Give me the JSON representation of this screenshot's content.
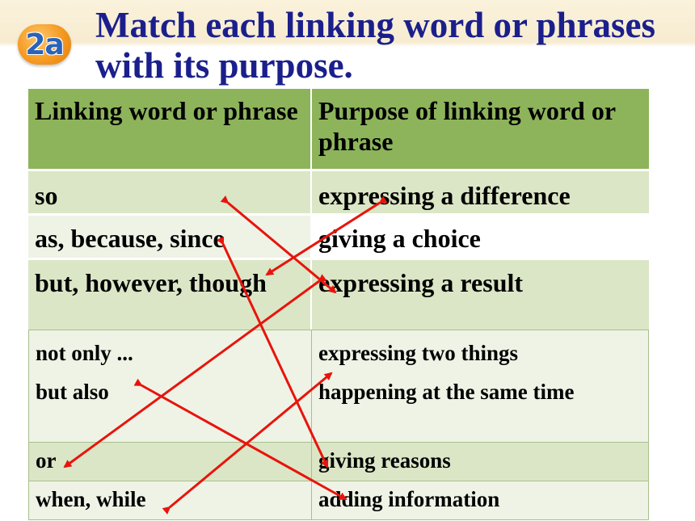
{
  "badge": "2a",
  "title": "Match each linking word or phrases with its purpose.",
  "table": {
    "headers": [
      "Linking word or phrase",
      "Purpose of linking word or phrase"
    ],
    "rows": [
      [
        "so",
        "expressing a difference"
      ],
      [
        "as, because, since",
        "giving a choice"
      ],
      [
        "but, however, though",
        "expressing a result"
      ]
    ]
  },
  "table2": {
    "row1_left": [
      "not only ...",
      "but also"
    ],
    "row1_right": [
      "expressing two things",
      "happening at the same time"
    ],
    "row2": [
      "or",
      "giving reasons"
    ],
    "row3": [
      "when, while",
      "adding information"
    ]
  },
  "colors": {
    "title": "#1b1f8c",
    "header_bg": "#8db45a",
    "row_dark": "#dbe6c6",
    "row_light": "#eef3e6",
    "arrow": "#e8140c",
    "badge": "#f59a23"
  }
}
